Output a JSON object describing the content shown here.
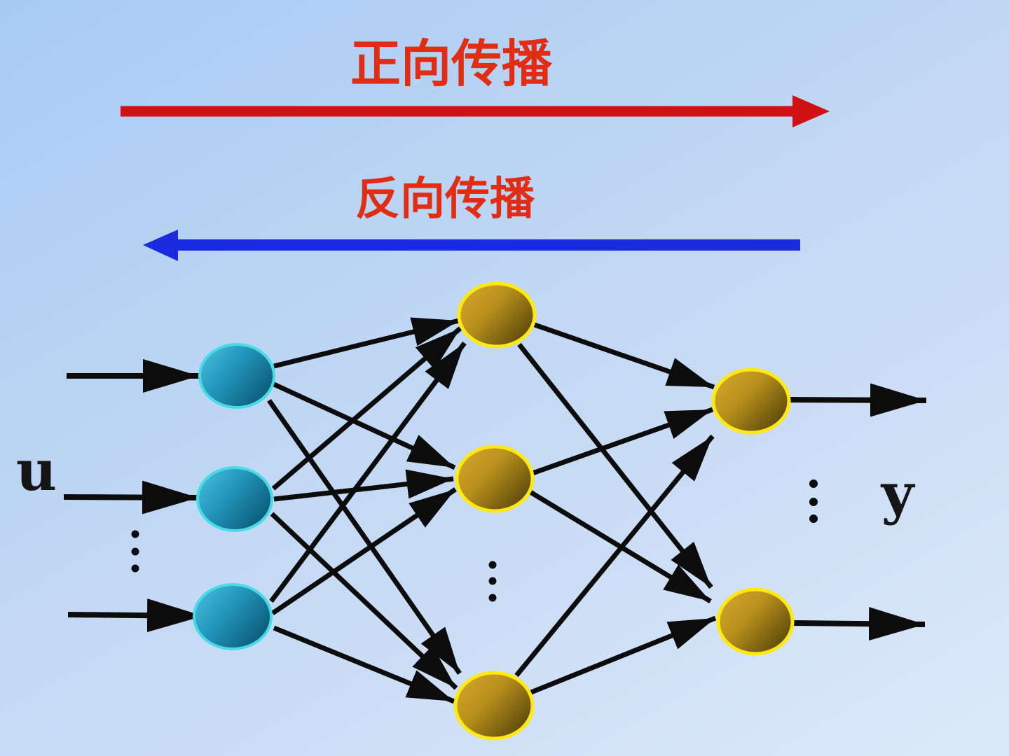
{
  "labels": {
    "forward": "正向传播",
    "backward": "反向传播",
    "input": "u",
    "output": "y"
  },
  "colors": {
    "background_top": "#a7cbf4",
    "background_bottom": "#dce9fa",
    "forward_arrow": "#d11113",
    "backward_arrow": "#1a2ade",
    "title_text": "#e02d13",
    "edge_black": "#0c0c0c",
    "input_node_fill": "#2b9fc0",
    "input_node_rim": "#48dbe6",
    "hidden_node_fill": "#b8901c",
    "hidden_node_rim": "#ffe912",
    "label_text": "#151515"
  },
  "network": {
    "type": "fully-connected feedforward neural network",
    "input_nodes_visible": 3,
    "hidden_nodes_visible": 3,
    "output_nodes_visible": 2,
    "has_ellipsis_per_layer": true
  }
}
